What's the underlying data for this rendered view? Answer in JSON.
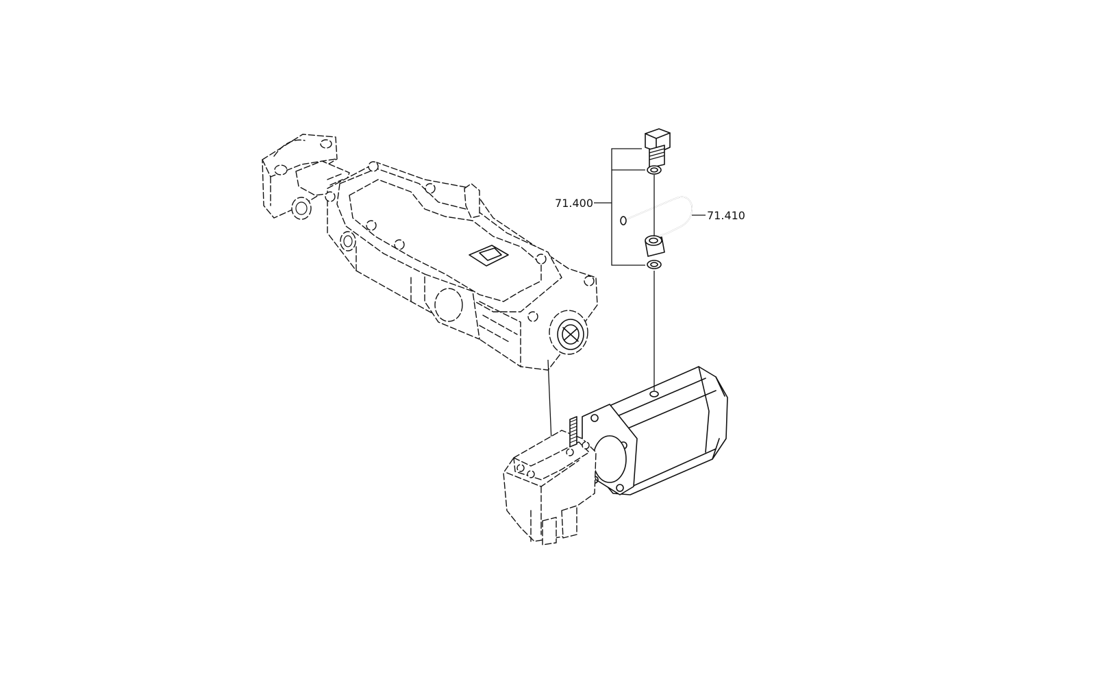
{
  "callouts": [
    {
      "id": "bracket",
      "label": "71.400"
    },
    {
      "id": "pipe",
      "label": "71.410"
    }
  ]
}
